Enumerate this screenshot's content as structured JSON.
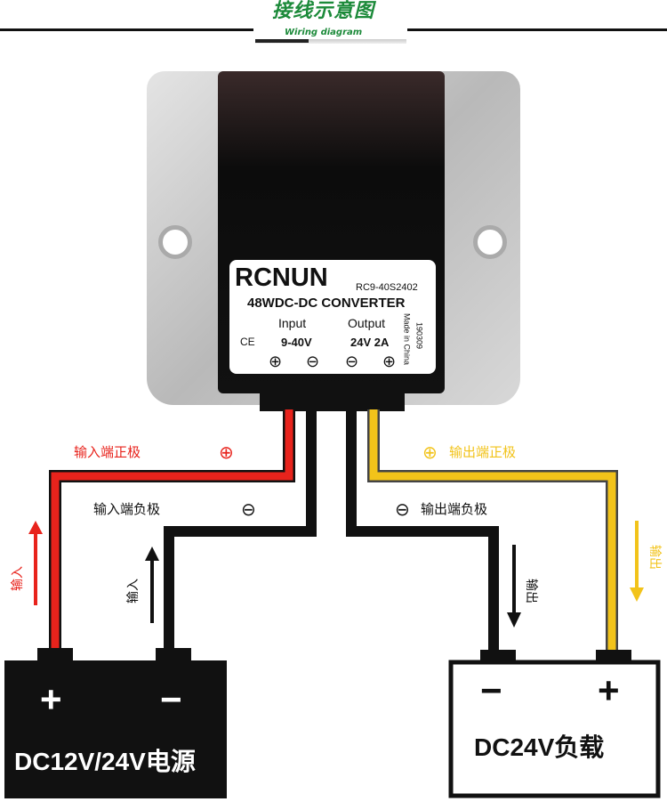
{
  "header": {
    "title_cn": "接线示意图",
    "title_en": "Wiring diagram"
  },
  "device": {
    "brand": "RCNUN",
    "model": "RC9-40S2402",
    "name": "48WDC-DC CONVERTER",
    "input_label": "Input",
    "input_value": "9-40V",
    "output_label": "Output",
    "output_value": "24V 2A",
    "ce": "CE",
    "date_code": "190309",
    "origin": "Made in China",
    "terminals": [
      "⊕",
      "⊖",
      "⊖",
      "⊕"
    ]
  },
  "wires": {
    "in_pos": "输入端正极",
    "in_neg": "输入端负极",
    "out_pos": "输出端正极",
    "out_neg": "输出端负极",
    "plus": "⊕",
    "minus": "⊖",
    "in_arrow": "输入",
    "out_arrow": "输出"
  },
  "source": {
    "label": "DC12V/24V电源",
    "plus": "+",
    "minus": "−"
  },
  "load": {
    "label": "DC24V负载",
    "plus": "+",
    "minus": "−"
  },
  "colors": {
    "red": "#e8231c",
    "yellow": "#f2c31a",
    "green": "#1c8a3a"
  }
}
